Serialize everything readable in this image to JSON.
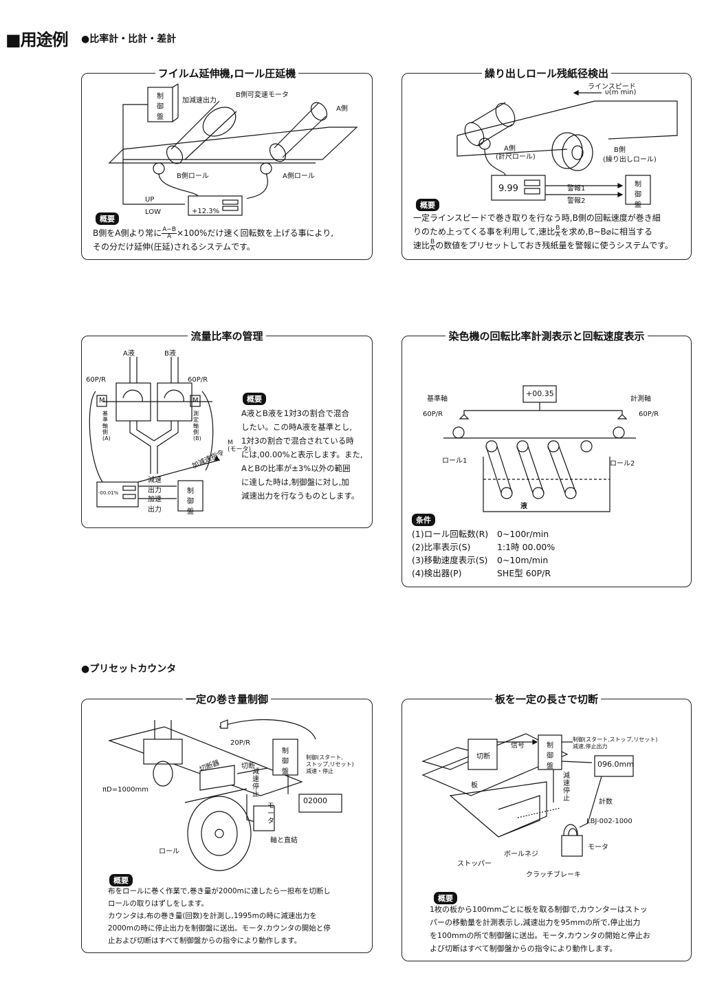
{
  "header": {
    "main": "■用途例",
    "sub1": "●比率計・比計・差計",
    "sub2": "●プリセットカウンタ"
  },
  "p1": {
    "title": "フイルム延伸機,ロール圧延機",
    "labels": {
      "panel": "制\n御\n盤",
      "accel": "加減速出力",
      "bmotor": "B側可変速モータ",
      "aside": "A側",
      "broll": "B側ロール",
      "aroll": "A側ロール",
      "up": "UP",
      "low": "LOW",
      "display": "+12.3%"
    },
    "tag": "概要",
    "desc_pre": "B側をA側より常に",
    "frac_n": "A−B",
    "frac_d": "A",
    "desc_post": "×100%だけ速く回転数を上げる事により,",
    "desc2": "その分だけ延伸(圧延)されるシステムです。"
  },
  "p2": {
    "title": "繰り出しロール残紙径検出",
    "labels": {
      "speed1": "ラインスピード",
      "speed2": "υ(m min)",
      "aside": "A側",
      "aroll": "(計尺ロール)",
      "bside": "B側",
      "broll": "(繰り出しロール)",
      "display": "9.99",
      "alarm1": "警報1",
      "alarm2": "警報2",
      "panel": "制\n御\n盤"
    },
    "tag": "概要",
    "line1": "一定ラインスピードで巻き取りを行なう時,B側の回転速度が巻き細",
    "line2_pre": "りのため上ってくる事を利用して,速比",
    "line2_post": "を求め,B~B⌀に相当する",
    "line3_pre": "速比",
    "line3_post": "の数値をプリセットしておき残紙量を警報に使うシステムです。",
    "frac_n": "B",
    "frac_d": "A"
  },
  "p3": {
    "title": "流量比率の管理",
    "labels": {
      "aliq": "A液",
      "bliq": "B液",
      "pr_l": "60P/R",
      "pr_r": "60P/R",
      "m": "M",
      "ref": "基\n準\n軸\n側\n(A)",
      "meas": "測\n定\n軸\n側\n(B)",
      "cmd": "加減速指令",
      "motor": "M\n(モータ)",
      "dec": "減速\n出力",
      "acc": "加速\n出力",
      "panel": "制\n御\n盤",
      "display": "-00.01%"
    },
    "tag": "概要",
    "desc": [
      "A液とB液を1対3の割合で混合",
      "したい。この時A液を基準とし,",
      "1対3の割合で混合されている時",
      "には,00.00%と表示します。また,",
      "AとBの比率が±3%以外の範囲",
      "に達した時は,制御盤に対し,加",
      "減速出力を行なうものとします。"
    ]
  },
  "p4": {
    "title": "染色機の回転比率計測表示と回転速度表示",
    "labels": {
      "ref": "基準軸",
      "meas": "計測軸",
      "pr_l": "60P/R",
      "pr_r": "60P/R",
      "display": "+00.35",
      "roll1": "ロール1",
      "roll2": "ロール2",
      "liq": "液"
    },
    "tag": "条件",
    "conds": [
      {
        "k": "(1)ロール回転数(R)",
        "v": "0~100r/min"
      },
      {
        "k": "(2)比率表示(S)",
        "v": "1:1時 00.00%"
      },
      {
        "k": "(3)移動速度表示(S)",
        "v": "0~10m/min"
      },
      {
        "k": "(4)検出器(P)",
        "v": "SHE型 60P/R"
      }
    ]
  },
  "p5": {
    "title": "一定の巻き量制御",
    "labels": {
      "pr": "20P/R",
      "cutter": "切断器",
      "cut": "切断",
      "decstop": "減\n速\n停\n止",
      "panel": "制\n御\n盤",
      "ctrl": "制御(スタート,\nストップ,リセット)\n減速・停止",
      "counter": "02000",
      "pid": "πD=1000mm",
      "motor": "モ\nー\nタ",
      "shaft": "軸と直結",
      "roll": "ロール"
    },
    "tag": "概要",
    "desc": [
      "布をロールに巻く作業で,巻き量が2000mに達したら一担布を切断し",
      "ロールの取りはずしをします。",
      "カウンタは,布の巻き量(回数)を計測し,1995mの時に減速出力を",
      "2000mの時に停止出力を制御盤に送出。モータ,カウンタの開始と停",
      "止および切断はすべて制御盤からの指令により動作します。"
    ]
  },
  "p6": {
    "title": "板を一定の長さで切断",
    "labels": {
      "signal": "信号",
      "ctrl": "制御(スタート,ストップ,リセット)\n減速,停止出力",
      "cut": "切断",
      "panel": "制\n御\n盤",
      "plate": "板",
      "decstop": "減\n速\n停\n止",
      "count": "計数",
      "counter": "096.0mm",
      "model": "LBJ-002-1000",
      "motor": "モータ",
      "ball": "ボールネジ",
      "stopper": "ストッパー",
      "clutch": "クラッチブレーキ"
    },
    "tag": "概要",
    "desc": [
      "1枚の板から100mmごとに板を取る制御で,カウンターはストッ",
      "パーの移動量を計測表示し,減速出力を95mmの所で,停止出力",
      "を100mmの所で制御盤に送出。モータ,カウンタの開始と停止お",
      "よび切断はすべて制御盤からの指令により動作します。"
    ]
  }
}
